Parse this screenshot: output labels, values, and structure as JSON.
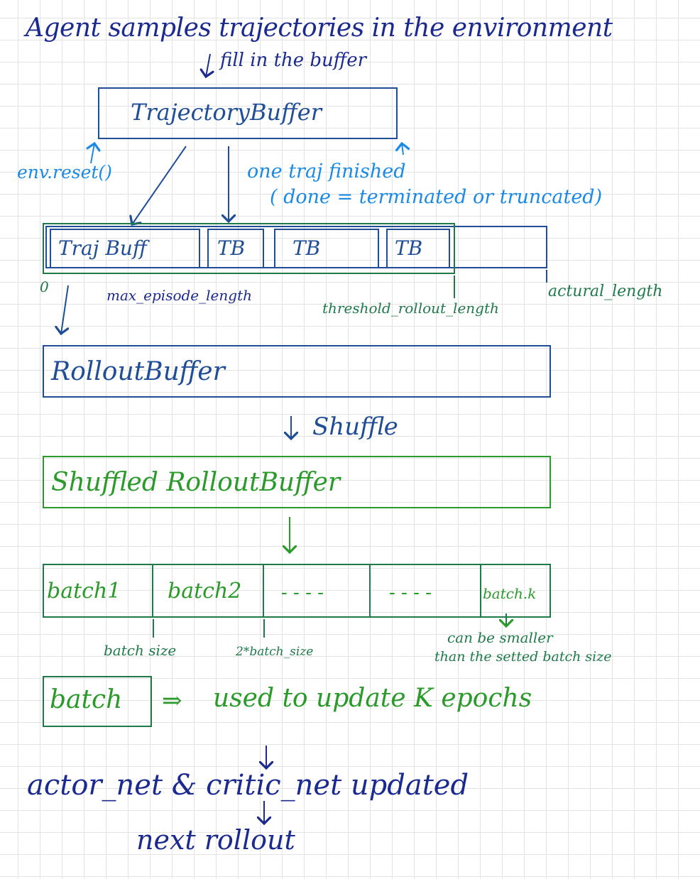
{
  "colors": {
    "navy": "#1b2a8f",
    "dark_blue": "#1f4e96",
    "light_blue": "#1a8ae6",
    "teal_green": "#1f7a4a",
    "green": "#2a9a2a",
    "grid": "#e3e3e3"
  },
  "header": {
    "title": "Agent samples trajectories in the environment",
    "fill_note": "fill in the buffer"
  },
  "trajectory_buffer": {
    "label": "TrajectoryBuffer",
    "env_reset": "env.reset()",
    "traj_finished": "one traj finished",
    "done_condition": "( done = terminated or truncated)"
  },
  "traj_segments": {
    "cells": [
      "Traj Buff",
      "TB",
      "TB",
      "TB"
    ],
    "zero_mark": "0",
    "max_episode_length": "max_episode_length",
    "threshold_rollout_length": "threshold_rollout_length",
    "actual_length": "actural_length"
  },
  "rollout_buffer": {
    "label": "RolloutBuffer",
    "shuffle_note": "Shuffle"
  },
  "shuffled_buffer": {
    "label": "Shuffled RolloutBuffer"
  },
  "batches": {
    "cells": [
      "batch1",
      "batch2",
      "- - - -",
      "- - - -",
      "batch.k"
    ],
    "batch_size": "batch size",
    "two_batch_size": "2*batch_size",
    "smaller_note_1": "can be smaller",
    "smaller_note_2": "than the setted batch size"
  },
  "batch_update": {
    "label": "batch",
    "arrow": "⇒",
    "text": "used to update K epochs"
  },
  "result": {
    "updated": "actor_net & critic_net updated",
    "next": "next rollout"
  }
}
